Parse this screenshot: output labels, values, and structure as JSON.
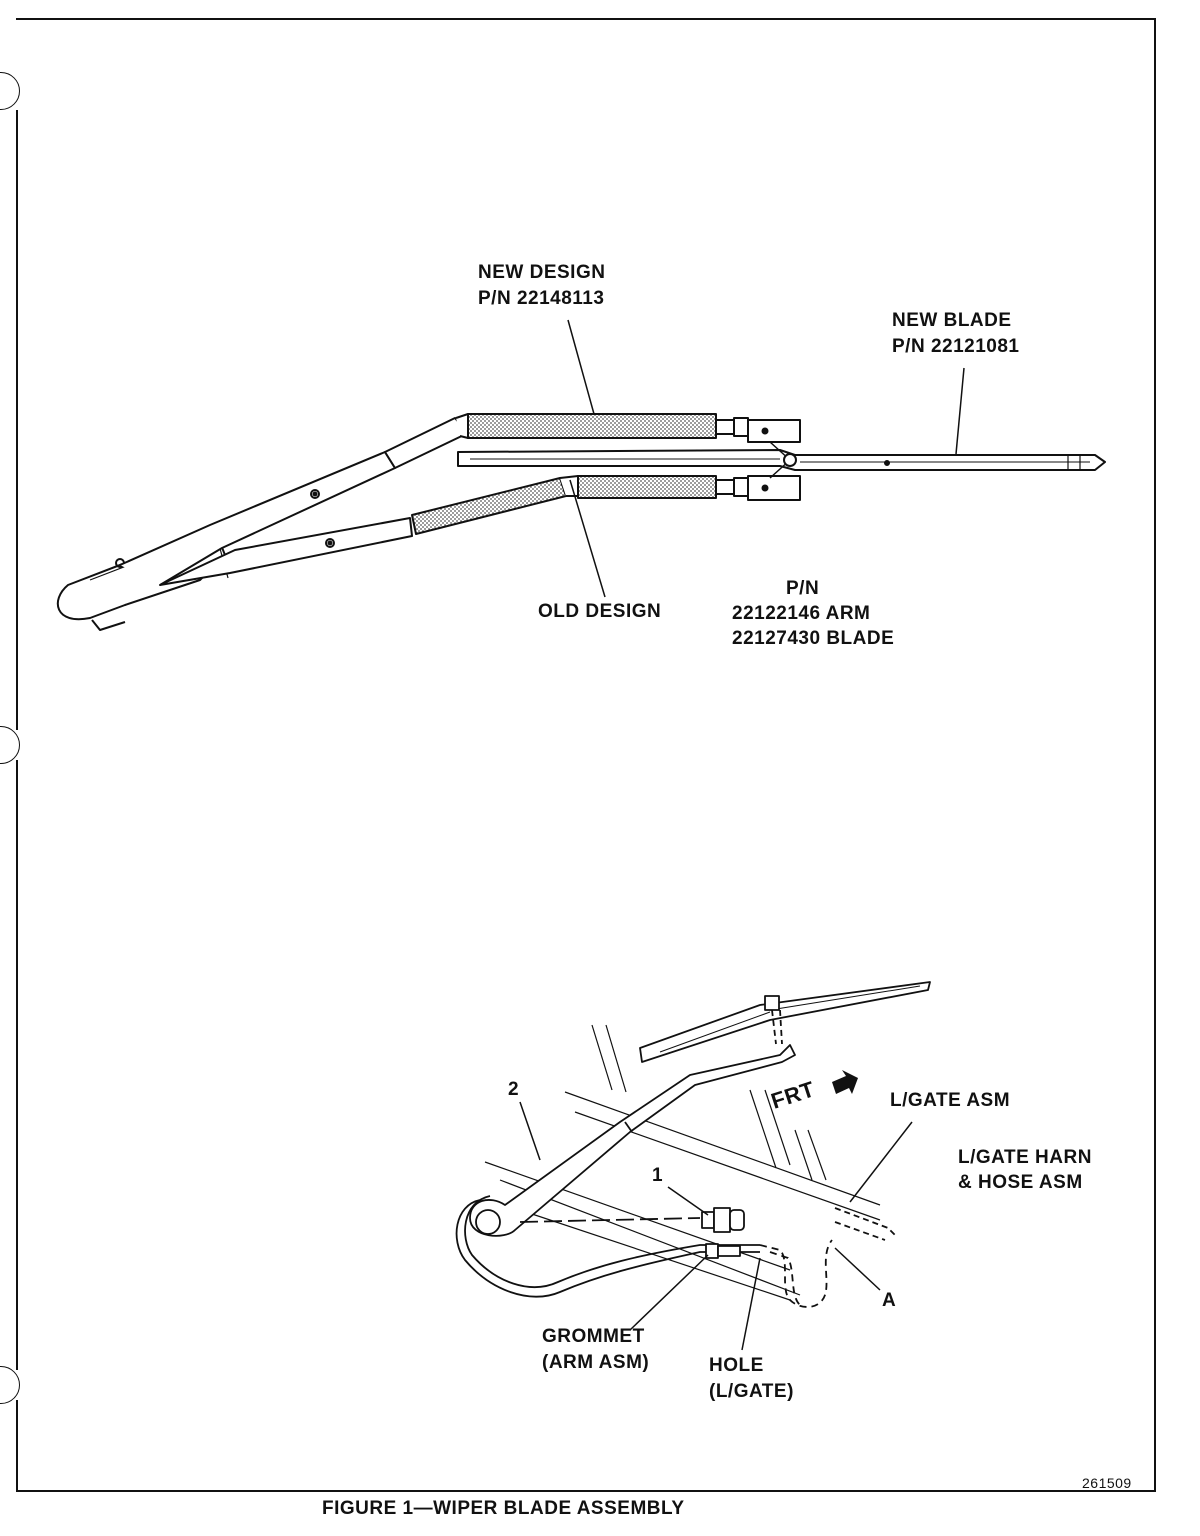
{
  "upper": {
    "new_design": "NEW DESIGN",
    "new_design_pn": "P/N 22148113",
    "new_blade": "NEW BLADE",
    "new_blade_pn": "P/N 22121081",
    "old_design": "OLD DESIGN",
    "pn_label": "P/N",
    "arm_pn": "22122146 ARM",
    "blade_pn": "22127430 BLADE"
  },
  "lower": {
    "callout_2": "2",
    "callout_1": "1",
    "frt": "FRT",
    "lgate_asm": "L/GATE ASM",
    "harness_line1": "L/GATE HARN",
    "harness_line2": "& HOSE ASM",
    "callout_a": "A",
    "grommet_line1": "GROMMET",
    "grommet_line2": "(ARM ASM)",
    "hole_line1": "HOLE",
    "hole_line2": "(L/GATE)"
  },
  "figure_number": "261509",
  "caption": "FIGURE 1—WIPER BLADE ASSEMBLY"
}
